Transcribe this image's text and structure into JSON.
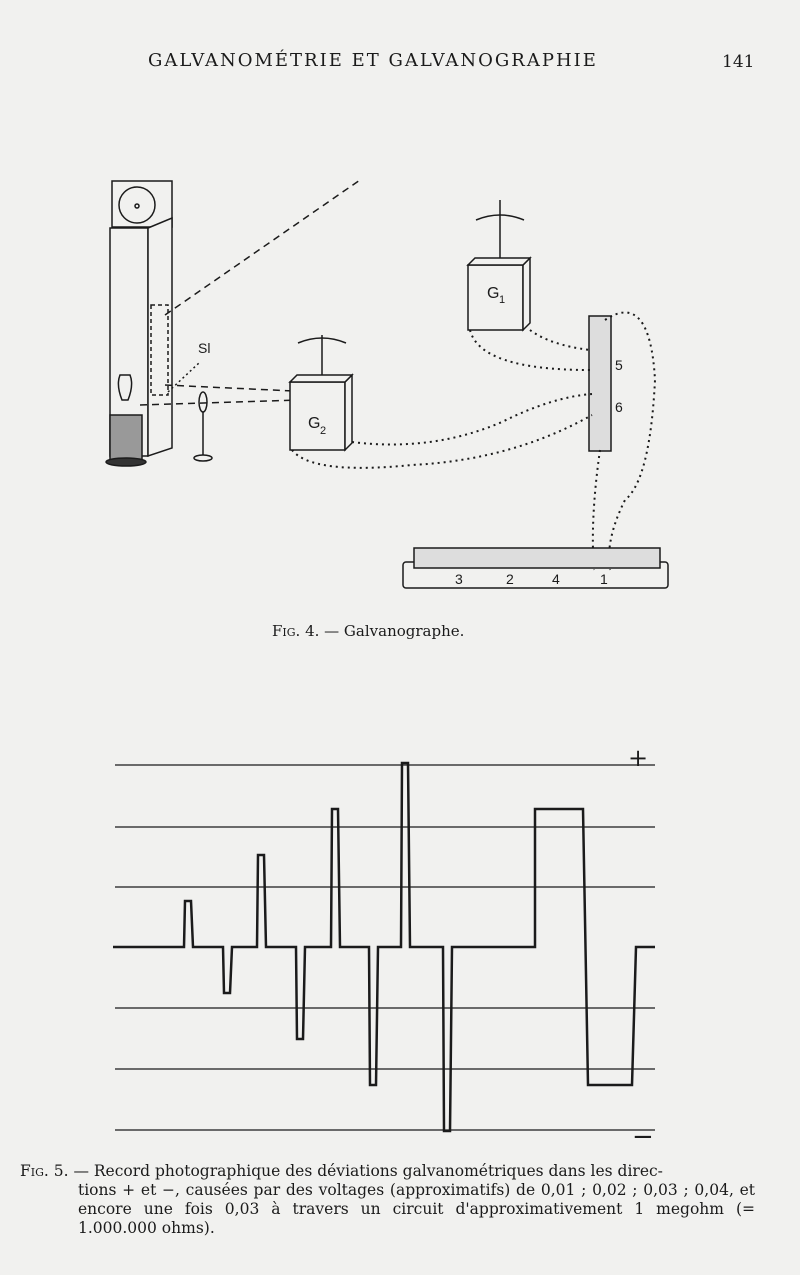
{
  "header": {
    "running_title": "GALVANOMÉTRIE ET GALVANOGRAPHIE",
    "page_number": "141"
  },
  "figure4": {
    "labels": {
      "slit": "Sl",
      "g1": "G",
      "g1_sub": "1",
      "g2": "G",
      "g2_sub": "2",
      "terminal_5": "5",
      "terminal_6": "6",
      "switch_3": "3",
      "switch_2": "2",
      "switch_4": "4",
      "switch_1": "1"
    },
    "caption_prefix": "Fig. 4.",
    "caption_text": " — Galvanographe."
  },
  "figure5": {
    "plus_sign": "+",
    "minus_sign": "−",
    "deflections": [
      1,
      -1,
      2,
      -2,
      3,
      -3,
      4,
      -4,
      3,
      -3
    ],
    "caption_prefix": "Fig. 5.",
    "caption_line1": " — Record photographique des déviations galvanométriques dans les direc-",
    "caption_rest": "tions + et −, causées par des voltages (approximatifs) de 0,01 ; 0,02 ; 0,03 ; 0,04, et encore une fois 0,03 à travers un circuit d'approximativement 1 megohm (= 1.000.000 ohms)."
  }
}
